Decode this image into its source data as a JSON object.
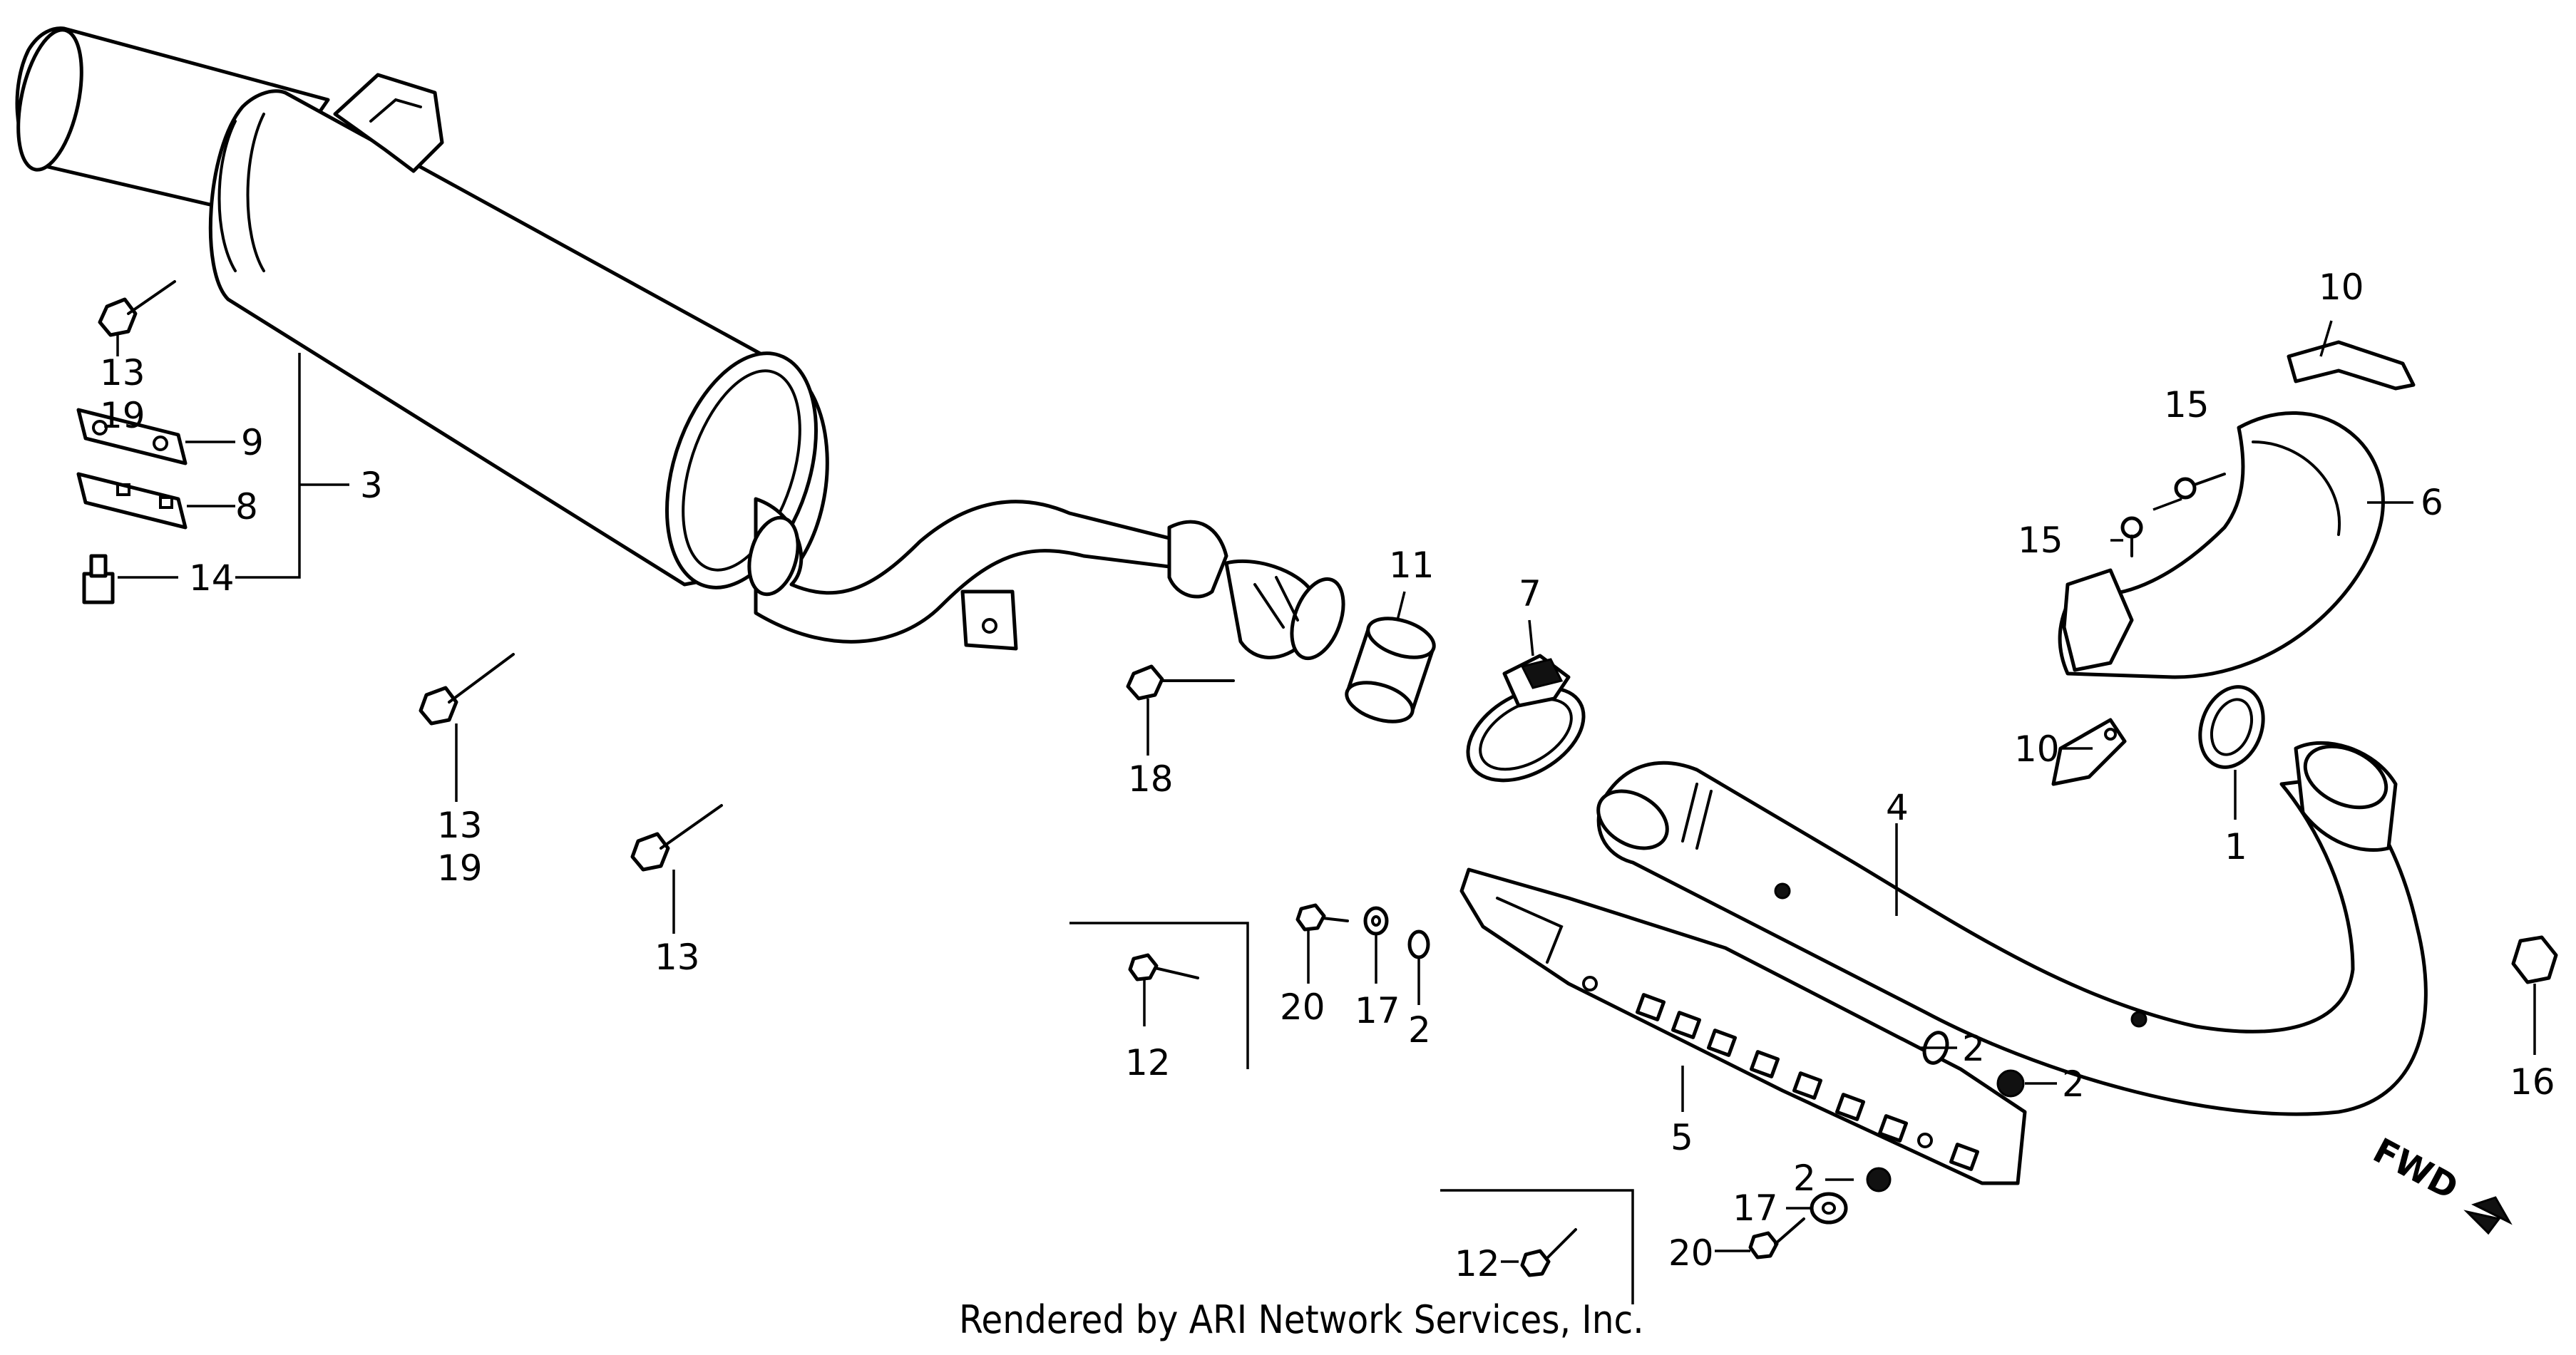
{
  "callouts": {
    "c1": "1",
    "c2a": "2",
    "c2b": "2",
    "c2c": "2",
    "c2d": "2",
    "c3": "3",
    "c4": "4",
    "c5": "5",
    "c6": "6",
    "c7": "7",
    "c8": "8",
    "c9": "9",
    "c10a": "10",
    "c10b": "10",
    "c11": "11",
    "c12a": "12",
    "c12b": "12",
    "c13a": "13",
    "c13b": "13",
    "c13c": "13",
    "c14": "14",
    "c15a": "15",
    "c15b": "15",
    "c16": "16",
    "c17a": "17",
    "c17b": "17",
    "c18": "18",
    "c19a": "19",
    "c19b": "19",
    "c20a": "20",
    "c20b": "20"
  },
  "fwd_label": "FWD",
  "footer": "Rendered by ARI Network Services, Inc."
}
